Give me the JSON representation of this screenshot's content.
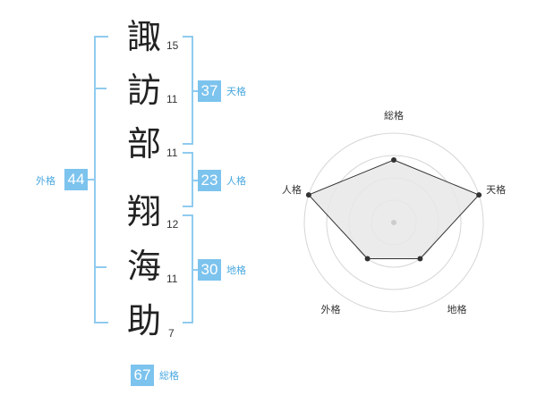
{
  "name": {
    "chars": [
      {
        "char": "諏",
        "strokes": "15"
      },
      {
        "char": "訪",
        "strokes": "11"
      },
      {
        "char": "部",
        "strokes": "11"
      },
      {
        "char": "翔",
        "strokes": "12"
      },
      {
        "char": "海",
        "strokes": "11"
      },
      {
        "char": "助",
        "strokes": "7"
      }
    ]
  },
  "kakusu": {
    "tenkaku": {
      "label": "天格",
      "value": "37"
    },
    "jinkaku": {
      "label": "人格",
      "value": "23"
    },
    "chikaku": {
      "label": "地格",
      "value": "30"
    },
    "gaikaku": {
      "label": "外格",
      "value": "44"
    },
    "soukaku": {
      "label": "総格",
      "value": "67"
    }
  },
  "chart_data": {
    "type": "radar",
    "title": "",
    "axes": [
      "総格",
      "天格",
      "地格",
      "外格",
      "人格"
    ],
    "values": [
      3.5,
      5,
      2.5,
      2.5,
      5
    ],
    "range": [
      0,
      5
    ],
    "rings": 4
  },
  "colors": {
    "accent": "#7cc3ee",
    "bracket": "#8fcbef",
    "radar_fill": "#e8e8e8",
    "radar_line": "#333333"
  }
}
